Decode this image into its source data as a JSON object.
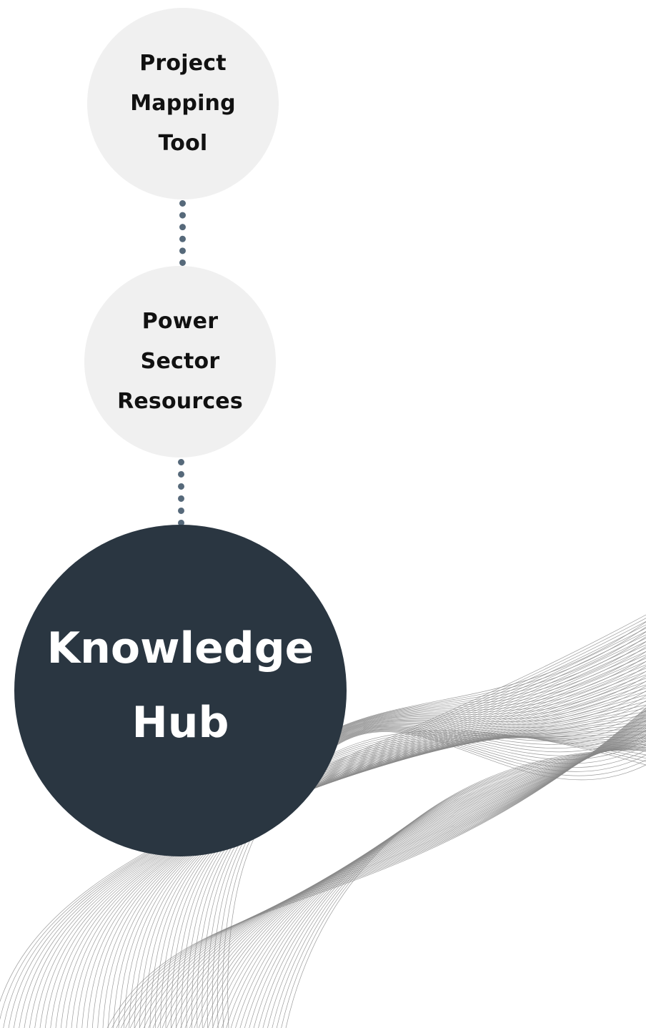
{
  "nodes": [
    {
      "label": "Project\nMapping\nTool"
    },
    {
      "label": "Power\nSector\nResources"
    }
  ],
  "hub": {
    "label": "Knowledge\nHub"
  },
  "colors": {
    "node_fill": "#f0f0f0",
    "hub_fill": "#2a3641",
    "connector": "#56697a",
    "wave_lines": "#8a8a8a"
  }
}
